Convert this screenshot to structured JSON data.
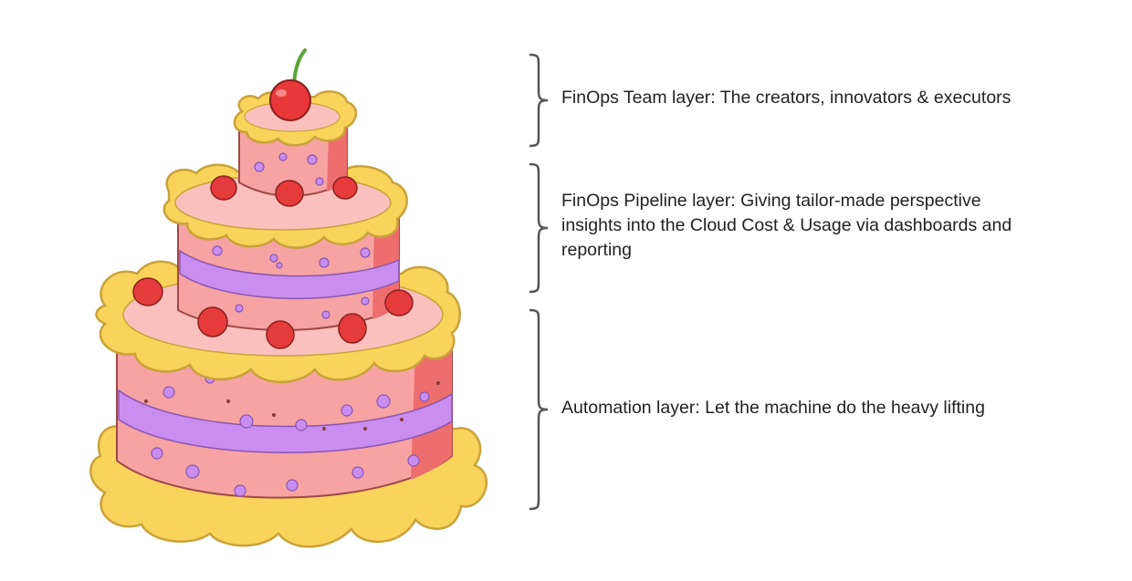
{
  "layers": [
    {
      "id": "team",
      "lines": [
        "FinOps Team layer: The creators, innovators & executors"
      ]
    },
    {
      "id": "pipeline",
      "lines": [
        "FinOps Pipeline layer: Giving tailor-made perspective",
        "insights into the Cloud Cost & Usage via dashboards and",
        "reporting"
      ]
    },
    {
      "id": "automation",
      "lines": [
        "Automation layer: Let the machine do the heavy lifting"
      ]
    }
  ],
  "colors": {
    "frosting": "#f9d35a",
    "frosting_stroke": "#c9a23a",
    "cake_body": "#f7a3a3",
    "cake_shade": "#ee6e6e",
    "cake_top": "#fbc0bd",
    "ribbon": "#c98ef0",
    "dots": "#c98ef0",
    "berry": "#e63b3b",
    "cherry": "#e8383a",
    "stem": "#5aa33a",
    "brace": "#555555",
    "text": "#222222"
  }
}
